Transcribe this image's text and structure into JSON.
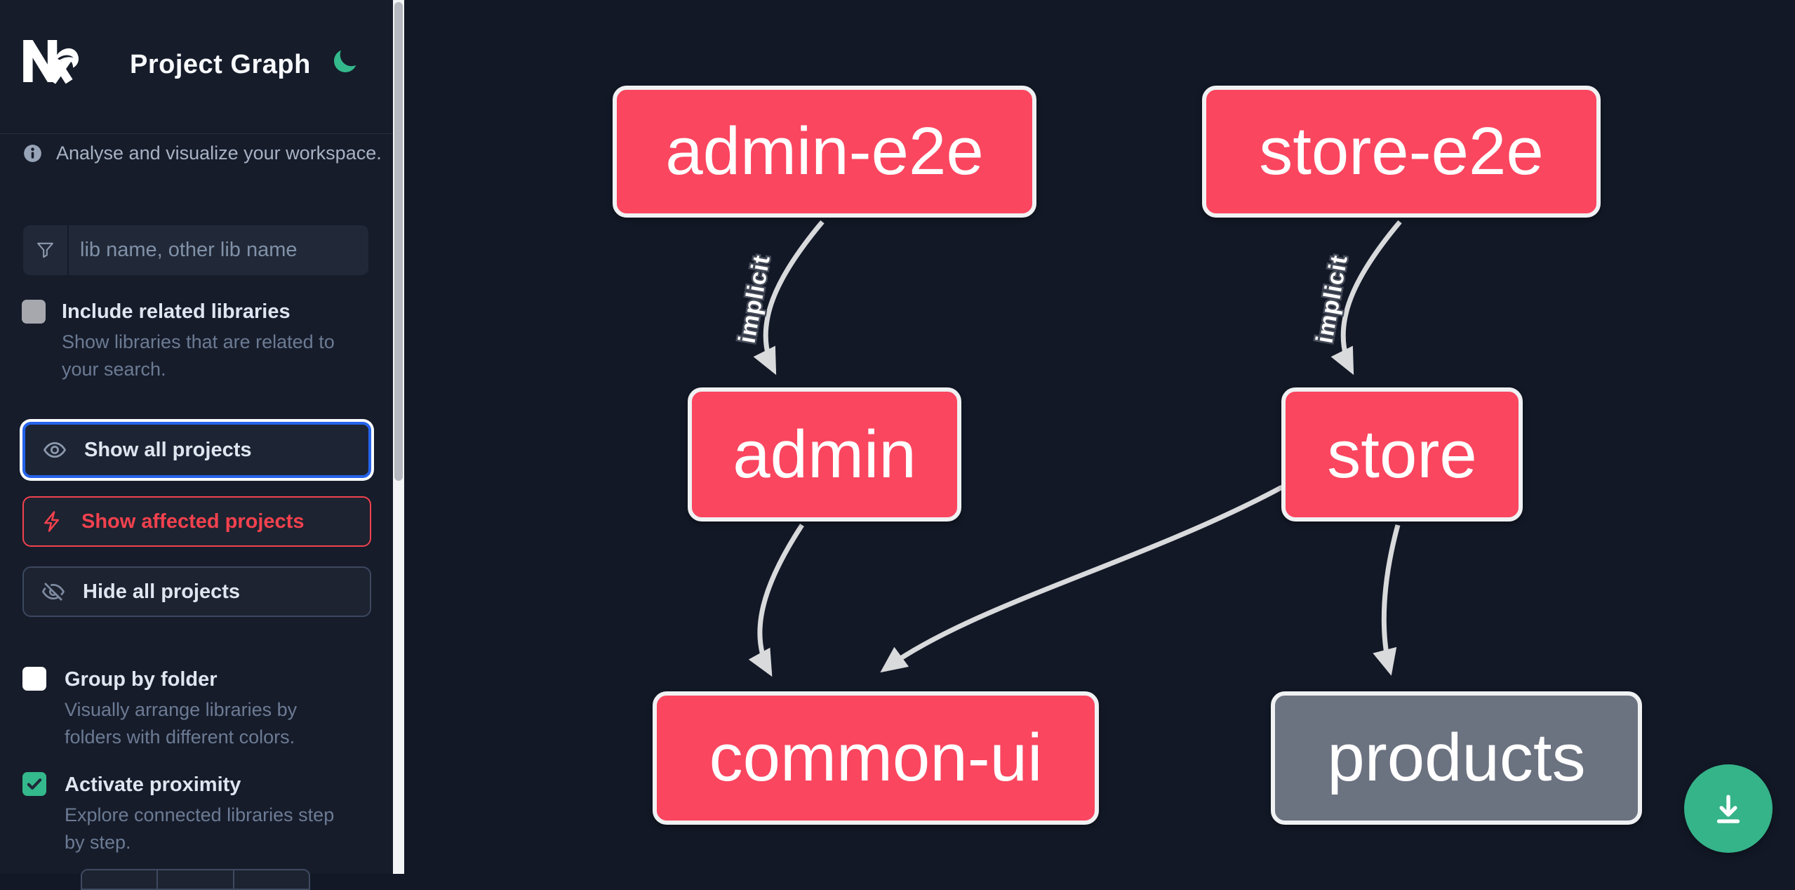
{
  "header": {
    "title": "Project Graph",
    "logo": "nx-logo",
    "theme_toggle_icon": "moon-icon"
  },
  "sidebar": {
    "tagline": "Analyse and visualize your workspace.",
    "search": {
      "placeholder": "lib name, other lib name",
      "value": "",
      "icon": "funnel-icon"
    },
    "toggles": [
      {
        "id": "include-related",
        "label": "Include related libraries",
        "description": "Show libraries that are related to\nyour search.",
        "checked": false
      },
      {
        "id": "group-by-folder",
        "label": "Group by folder",
        "description": "Visually arrange libraries by\nfolders with different colors.",
        "checked": false
      },
      {
        "id": "activate-proximity",
        "label": "Activate proximity",
        "description": "Explore connected libraries step\nby step.",
        "checked": true
      }
    ],
    "buttons": [
      {
        "id": "show-all",
        "label": "Show all projects",
        "icon": "eye-icon",
        "accent": "#2563eb",
        "focused": true
      },
      {
        "id": "show-affected",
        "label": "Show affected projects",
        "icon": "bolt-icon",
        "accent": "#f2414e",
        "focused": false
      },
      {
        "id": "hide-all",
        "label": "Hide all projects",
        "icon": "eye-off-icon",
        "accent": "#3c4860",
        "focused": false
      }
    ]
  },
  "graph": {
    "nodes": [
      {
        "id": "admin-e2e",
        "label": "admin-e2e",
        "color": "#fa465f"
      },
      {
        "id": "store-e2e",
        "label": "store-e2e",
        "color": "#fa465f"
      },
      {
        "id": "admin",
        "label": "admin",
        "color": "#fa465f"
      },
      {
        "id": "store",
        "label": "store",
        "color": "#fa465f"
      },
      {
        "id": "common-ui",
        "label": "common-ui",
        "color": "#fa465f"
      },
      {
        "id": "products",
        "label": "products",
        "color": "#6b7280"
      }
    ],
    "edges": [
      {
        "from": "admin-e2e",
        "to": "admin",
        "label": "implicit"
      },
      {
        "from": "store-e2e",
        "to": "store",
        "label": "implicit"
      },
      {
        "from": "admin",
        "to": "common-ui",
        "label": ""
      },
      {
        "from": "store",
        "to": "common-ui",
        "label": ""
      },
      {
        "from": "store",
        "to": "products",
        "label": ""
      }
    ]
  },
  "fab": {
    "icon": "download-icon",
    "color": "#35b389"
  },
  "colors": {
    "sidebar_bg": "#161c2a",
    "canvas_bg": "#121826",
    "node_affected": "#fa465f",
    "node_default": "#6b7280",
    "node_border": "#f0f1f3",
    "edge": "#d9dadc",
    "focus_blue": "#2563eb",
    "affected_red": "#f2414e",
    "green": "#34b98c"
  }
}
